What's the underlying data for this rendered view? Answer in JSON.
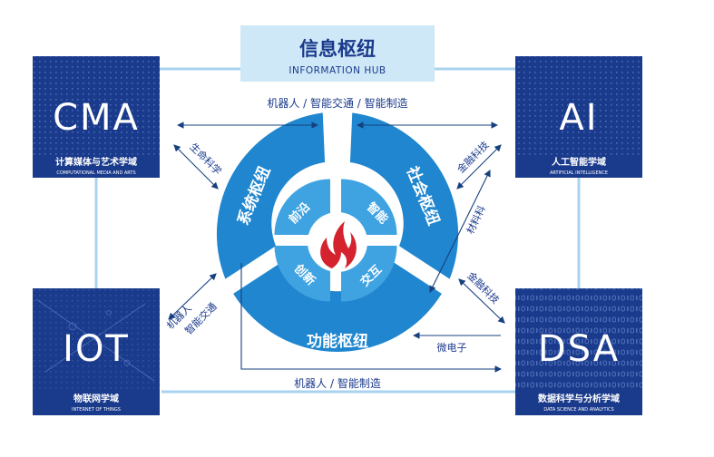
{
  "hub": {
    "title": "信息枢纽",
    "subtitle": "INFORMATION HUB"
  },
  "corners": {
    "cma": {
      "big": "CMA",
      "cn": "计算媒体与艺术学域",
      "en": "COMPUTATIONAL MEDIA AND ARTS"
    },
    "ai": {
      "big": "AI",
      "cn": "人工智能学域",
      "en": "ARTIFICIAL INTELLIGENCE"
    },
    "iot": {
      "big": "IOT",
      "cn": "物联网学域",
      "en": "INTERNET OF THINGS"
    },
    "dsa": {
      "big": "DSA",
      "cn": "数据科学与分析学域",
      "en": "DATA SCIENCE AND ANALYTICS"
    }
  },
  "ring": {
    "system": "系统枢纽",
    "society": "社会枢纽",
    "function": "功能枢纽"
  },
  "inner": {
    "frontier": "前沿",
    "smart": "智能",
    "innovation": "创新",
    "interaction": "交互"
  },
  "labels": {
    "top": "机器人 / 智能交通 / 智能制造",
    "bottom": "机器人 / 智能制造",
    "left_upper": "生命科学",
    "left_lower_1": "机器人",
    "left_lower_2": "智能交通",
    "right_upper": "金融科技",
    "right_middle": "材料科",
    "right_lower": "金融科技",
    "micro": "微电子"
  },
  "colors": {
    "navy": "#1a3a8c",
    "ring_blue": "#1f86cf",
    "inner_blue": "#3fa3e2",
    "hub_bg": "#cfe8f7",
    "line": "#a9d3ef",
    "arrow": "#17407f",
    "flame_red": "#d4232f"
  }
}
